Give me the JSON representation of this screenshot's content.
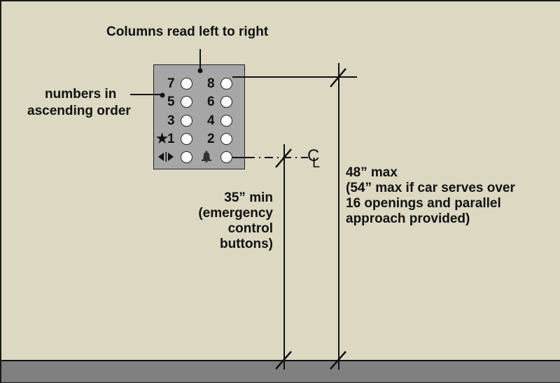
{
  "diagram": {
    "title_callout": "Columns read left to right",
    "side_callout": [
      "numbers in",
      "ascending order"
    ],
    "panel": {
      "rows": [
        {
          "left": "7",
          "right": "8"
        },
        {
          "left": "5",
          "right": "6"
        },
        {
          "left": "3",
          "right": "4"
        },
        {
          "left": "★1",
          "right": "2"
        },
        {
          "left_icon": "door-open-close-icon",
          "right_icon": "alarm-bell-icon"
        }
      ]
    },
    "centerline_symbol": "CL",
    "centerline_glyph_c": "C",
    "centerline_glyph_l": "L",
    "dimension_35": [
      "35” min",
      "(emergency",
      "control",
      "buttons)"
    ],
    "dimension_48": [
      "48” max",
      "(54” max if car serves over",
      "16 openings and parallel",
      "approach provided)"
    ],
    "colors": {
      "wall": "#ddd8c2",
      "floor": "#808080",
      "panel": "#a6a6a6",
      "line": "#111111"
    }
  }
}
